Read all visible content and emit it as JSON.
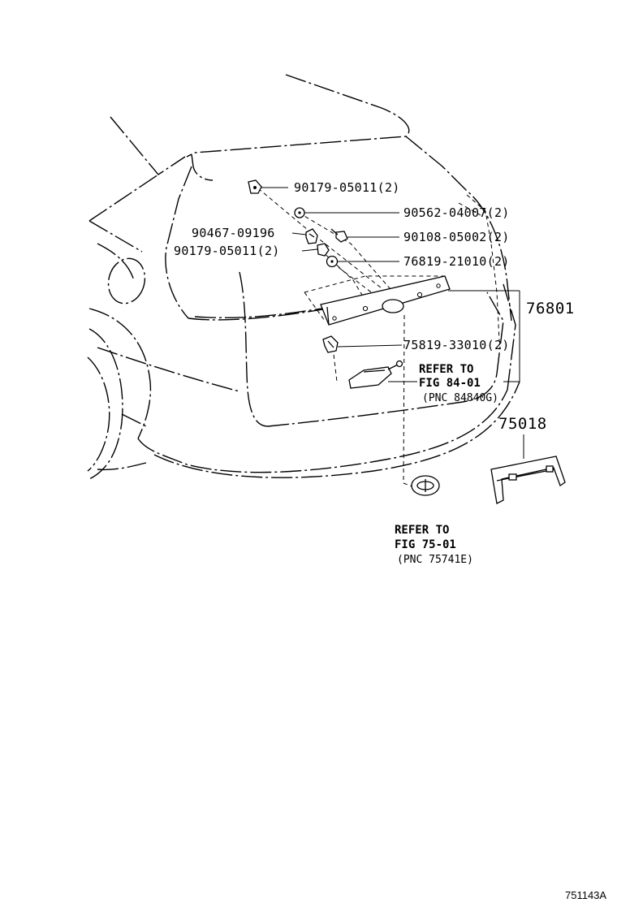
{
  "callouts": {
    "c1": "90179-05011(2)",
    "c2": "90562-04007(2)",
    "c3": "90467-09196",
    "c4": "90108-05002(2)",
    "c5": "90179-05011(2)",
    "c6": "76819-21010(2)",
    "c7": "76801",
    "c8": "75819-33010(2)",
    "c9": "75018"
  },
  "refs": {
    "r1": {
      "refer": "REFER TO",
      "fig": "FIG 84-01",
      "pnc": "(PNC 84840G)"
    },
    "r2": {
      "refer": "REFER TO",
      "fig": "FIG 75-01",
      "pnc": "(PNC 75741E)"
    }
  },
  "diagram_code": "751143A"
}
